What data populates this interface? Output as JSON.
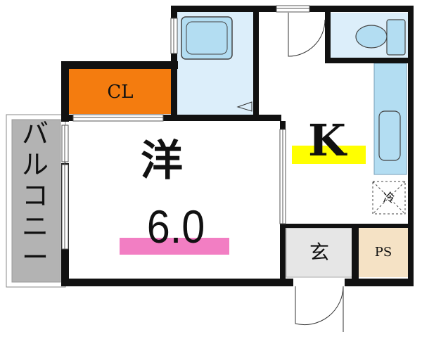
{
  "floorplan": {
    "rooms": {
      "western_room": {
        "name": "洋",
        "size": "6.0"
      },
      "kitchen": {
        "name": "K"
      },
      "closet": {
        "name": "CL"
      },
      "balcony": {
        "chars": [
          "バ",
          "ル",
          "コ",
          "ニ",
          "ー"
        ]
      },
      "entrance": {
        "name": "玄"
      },
      "pipe_space": {
        "name": "PS"
      },
      "fridge_space": {
        "name": "冷"
      }
    },
    "colors": {
      "wall": "#111111",
      "closet_fill": "#f47c0f",
      "wet_area_fill": "#dceefa",
      "fixture_fill": "#b3ddf2",
      "balcony_fill": "#b3b3b3",
      "entrance_fill": "#e6e6e6",
      "ps_fill": "#f5e2c5",
      "room_highlight": "#f27ec3",
      "kitchen_highlight": "#ffff00"
    }
  }
}
